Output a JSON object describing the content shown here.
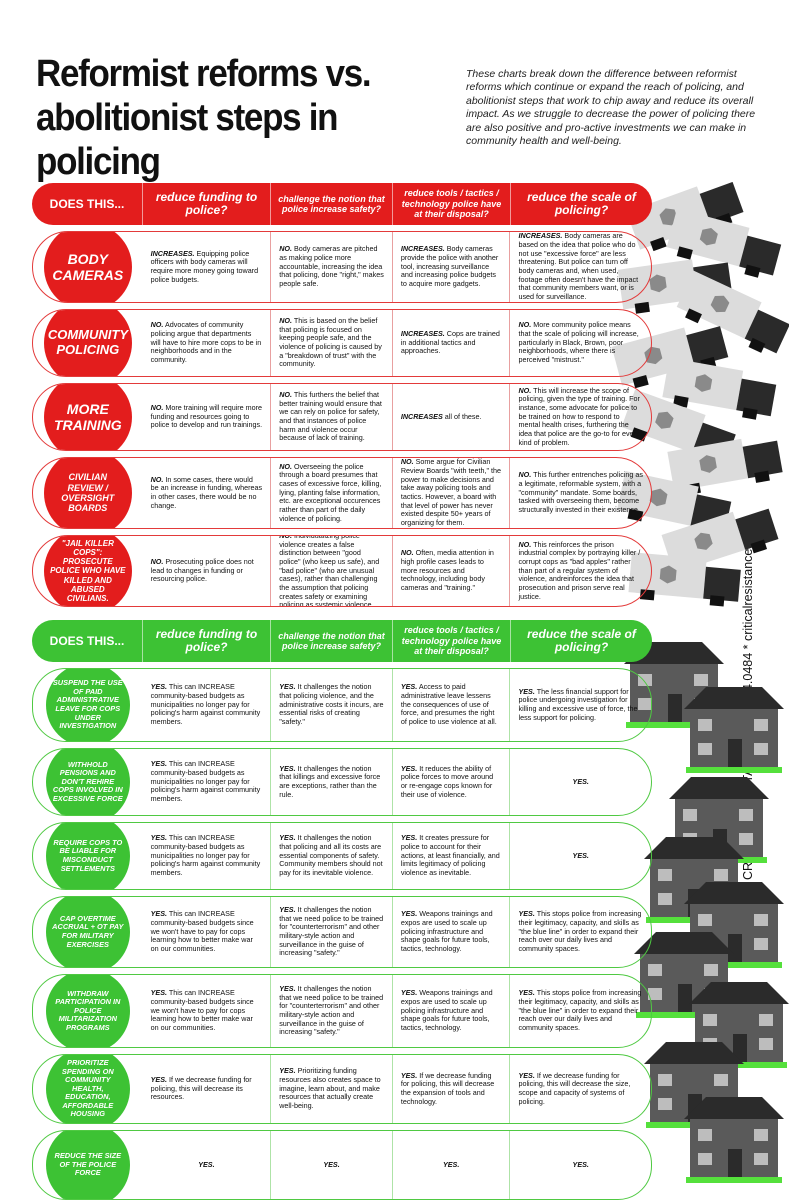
{
  "title": "Reformist reforms vs. abolitionist steps in policing",
  "intro": "These charts break down the difference between reformist reforms which continue or expand the reach of policing, and abolitionist steps that work to chip away and reduce its overall impact. As we struggle to decrease the power of policing there are also positive and pro-active investments we can make in community health and well-being.",
  "sidebar": "CRITICAL RESISTANCE * 510.444.0484 * criticalresistance.org",
  "header": {
    "does_this": "DOES THIS...",
    "q1": "reduce funding to police?",
    "q2": "challenge the notion that police increase safety?",
    "q3": "reduce tools / tactics / technology police have at their disposal?",
    "q4": "reduce the scale of policing?"
  },
  "reformist": [
    {
      "label": "BODY CAMERAS",
      "a1": {
        "k": "INCREASES.",
        "t": " Equipping police officers with body cameras will require more money going toward police budgets."
      },
      "a2": {
        "k": "NO.",
        "t": " Body cameras are pitched as making police more accountable, increasing the idea that policing, done \"right,\" makes people safe."
      },
      "a3": {
        "k": "INCREASES.",
        "t": " Body cameras provide the police with another tool, increasing surveillance and increasing police budgets to acquire more gadgets."
      },
      "a4": {
        "k": "INCREASES.",
        "t": " Body cameras are based on the idea that police who do not use \"excessive force\" are less threatening. But police can turn off body cameras and, when used, footage often doesn't have the impact that community members want, or is used for surveillance."
      }
    },
    {
      "label": "COMMUNITY POLICING",
      "a1": {
        "k": "NO.",
        "t": " Advocates of community policing argue that departments will have to hire more cops to be in neighborhoods and in the community."
      },
      "a2": {
        "k": "NO.",
        "t": " This is based on the belief that policing is focused on keeping people safe, and the violence of policing is caused by a \"breakdown of trust\" with the community."
      },
      "a3": {
        "k": "INCREASES.",
        "t": " Cops are trained in additional tactics and approaches."
      },
      "a4": {
        "k": "NO.",
        "t": " More community police means that the scale of policing will increase, particularly in Black, Brown, poor neighborhoods, where there is perceived \"mistrust.\""
      }
    },
    {
      "label": "MORE TRAINING",
      "a1": {
        "k": "NO.",
        "t": " More training will require more funding and resources going to police to develop and run trainings."
      },
      "a2": {
        "k": "NO.",
        "t": " This furthers the belief that better training would ensure that we can rely on police for safety, and that instances of police harm and violence occur because of lack of training."
      },
      "a3": {
        "k": "INCREASES",
        "t": " all of these."
      },
      "a4": {
        "k": "NO.",
        "t": " This will increase the scope of policing, given the type of training. For instance, some advocate for police to be trained on how to respond to mental health crises, furthering the idea that police are the go-to for every kind of problem."
      }
    },
    {
      "label": "CIVILIAN REVIEW / OVERSIGHT BOARDS",
      "a1": {
        "k": "NO.",
        "t": " In some cases, there would be an increase in funding, whereas in other cases, there would be no change."
      },
      "a2": {
        "k": "NO.",
        "t": " Overseeing the police through a board presumes that cases of excessive force, killing, lying, planting false information, etc. are exceptional occurences rather than part of the daily violence of policing."
      },
      "a3": {
        "k": "NO.",
        "t": " Some argue for Civilian Review Boards \"with teeth,\" the power to make decisions and take away policing tools and tactics. However, a board with that level of power has never existed despite 50+ years of organizing for them."
      },
      "a4": {
        "k": "NO.",
        "t": " This further entrenches policing as a legitimate, reformable system, with a \"community\" mandate. Some boards, tasked with overseeing them, become structurally invested in their existence."
      }
    },
    {
      "label": "\"JAIL KILLER COPS\": PROSECUTE POLICE WHO HAVE KILLED AND ABUSED CIVILIANS.",
      "a1": {
        "k": "NO.",
        "t": " Prosecuting police does not lead to changes in funding or resourcing police."
      },
      "a2": {
        "k": "NO.",
        "t": " Individualizing police violence creates a false distinction between \"good police\" (who keep us safe), and \"bad police\" (who are unusual cases), rather than challenging the assumption that policing creates safety or examining policing as systemic violence."
      },
      "a3": {
        "k": "NO.",
        "t": " Often, media attention in high profile cases leads to more resources and technology, including body cameras and \"training.\""
      },
      "a4": {
        "k": "NO.",
        "t": " This reinforces the prison industrial complex by portraying killer / corrupt cops as \"bad apples\" rather than part of a regular system of violence, andreinforces the idea that prosecution and prison serve real justice."
      }
    }
  ],
  "abolitionist": [
    {
      "label": "SUSPEND THE USE OF PAID ADMINISTRATIVE LEAVE FOR COPS UNDER INVESTIGATION",
      "a1": {
        "k": "YES.",
        "t": " This can INCREASE community-based budgets as municipalities no longer pay for policing's harm against community members."
      },
      "a2": {
        "k": "YES.",
        "t": " It challenges the notion that policing violence, and the administrative costs it incurs, are essential risks of creating \"safety.\""
      },
      "a3": {
        "k": "YES.",
        "t": " Access to paid administrative leave lessens the consequences of use of force, and presumes the right of police to use violence at all."
      },
      "a4": {
        "k": "YES.",
        "t": " The less financial support for police undergoing investigation for killing and excessive use of force, the less support for policing."
      }
    },
    {
      "label": "WITHHOLD PENSIONS AND DON'T REHIRE COPS INVOLVED IN EXCESSIVE FORCE",
      "a1": {
        "k": "YES.",
        "t": " This can INCREASE community-based budgets as municipalities no longer pay for policing's harm against community members."
      },
      "a2": {
        "k": "YES.",
        "t": " It challenges the notion that killings and excessive force are exceptions, rather than the rule."
      },
      "a3": {
        "k": "YES.",
        "t": " It reduces the ability of police forces to move around or re-engage cops known for their use of violence."
      },
      "a4": {
        "k": "YES.",
        "t": ""
      }
    },
    {
      "label": "REQUIRE COPS TO BE LIABLE FOR MISCONDUCT SETTLEMENTS",
      "a1": {
        "k": "YES.",
        "t": " This can INCREASE community-based budgets as municipalities no longer pay for policing's harm against community members."
      },
      "a2": {
        "k": "YES.",
        "t": " It challenges the notion that policing and all its costs are essential components of safety. Community members should not pay for its inevitable violence."
      },
      "a3": {
        "k": "YES.",
        "t": " It creates pressure for police to account for their actions, at least financially, and limits legitimacy of policing violence as inevitable."
      },
      "a4": {
        "k": "YES.",
        "t": ""
      }
    },
    {
      "label": "CAP OVERTIME ACCRUAL + OT PAY FOR MILITARY EXERCISES",
      "a1": {
        "k": "YES.",
        "t": " This can INCREASE community-based budgets since we won't have to pay for cops learning how to better make war on our communities."
      },
      "a2": {
        "k": "YES.",
        "t": " It challenges the notion that we need police to be trained for \"counterterrorism\" and other military-style action and surveillance in the guise of increasing \"safety.\""
      },
      "a3": {
        "k": "YES.",
        "t": " Weapons trainings and expos are used to scale up policing infrastructure and shape goals for future tools, tactics, technology."
      },
      "a4": {
        "k": "YES.",
        "t": " This stops police from increasing their legitimacy, capacity, and skills as \"the blue line\" in order to expand their reach over our daily lives and community spaces."
      }
    },
    {
      "label": "WITHDRAW PARTICIPATION IN POLICE MILITARIZATION PROGRAMS",
      "a1": {
        "k": "YES.",
        "t": " This can INCREASE community-based budgets since we won't have to pay for cops learning how to better make war on our communities."
      },
      "a2": {
        "k": "YES.",
        "t": " It challenges the notion that we need police to be trained for \"counterterrorism\" and other military-style action and surveillance in the guise of increasing \"safety.\""
      },
      "a3": {
        "k": "YES.",
        "t": " Weapons trainings and expos are used to scale up policing infrastructure and shape goals for future tools, tactics, technology."
      },
      "a4": {
        "k": "YES.",
        "t": " This stops police from increasing their legitimacy, capacity, and skills as \"the blue line\" in order to expand their reach over our daily lives and community spaces."
      }
    },
    {
      "label": "PRIORITIZE SPENDING ON COMMUNITY HEALTH, EDUCATION, AFFORDABLE HOUSING",
      "a1": {
        "k": "YES.",
        "t": " If we decrease funding for policing, this will decrease its resources."
      },
      "a2": {
        "k": "YES.",
        "t": " Prioritizing funding resources also creates space to imagine, learn about, and make resources that actually create well-being."
      },
      "a3": {
        "k": "YES.",
        "t": " If we decrease funding for policing, this will decrease the expansion of tools and technology."
      },
      "a4": {
        "k": "YES.",
        "t": " If we decrease funding for policing, this will decrease the size, scope and capacity of systems of policing."
      }
    },
    {
      "label": "REDUCE THE SIZE OF THE POLICE FORCE",
      "a1": {
        "k": "YES.",
        "t": ""
      },
      "a2": {
        "k": "YES.",
        "t": ""
      },
      "a3": {
        "k": "YES.",
        "t": ""
      },
      "a4": {
        "k": "YES.",
        "t": ""
      }
    }
  ]
}
